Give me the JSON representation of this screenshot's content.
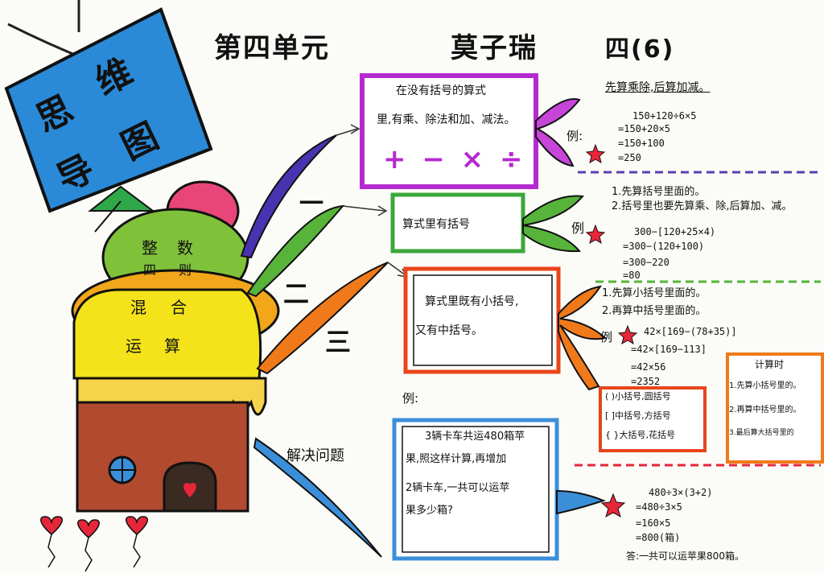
{
  "sign": {
    "chars": [
      "思",
      "维",
      "导",
      "图"
    ]
  },
  "header": {
    "unit": "第四单元",
    "name": "莫子瑞",
    "class": "四(6)"
  },
  "cake": {
    "layer1": [
      "整",
      "数",
      "四",
      "则"
    ],
    "layer2": [
      "混",
      "合"
    ],
    "layer3": [
      "运",
      "算"
    ]
  },
  "branches": {
    "b1": "一",
    "b2": "二",
    "b3": "三",
    "b4": "解决问题"
  },
  "box1": {
    "line1": "在没有括号的算式",
    "line2": "里,有乘、除法和加、减法。",
    "symbols": "+ − × ÷"
  },
  "box1_rule": "先算乘除,后算加减。",
  "ex1": {
    "label": "例:",
    "lines": [
      "150+120÷6×5",
      "=150+20×5",
      "=150+100",
      "=250"
    ]
  },
  "box2": {
    "text": "算式里有括号"
  },
  "box2_rules": [
    "1.先算括号里面的。",
    "2.括号里也要先算乘、除,后算加、减。"
  ],
  "ex2": {
    "label": "例",
    "lines": [
      "300−[120+25×4)",
      "=300−(120+100)",
      "=300−220",
      "=80"
    ]
  },
  "box3": {
    "line1": "算式里既有小括号,",
    "line2": "又有中括号。"
  },
  "box3_rules": [
    "1.先算小括号里面的。",
    "2.再算中括号里面的。"
  ],
  "ex3": {
    "label": "例",
    "lines": [
      "42×[169−(78+35)]",
      "=42×[169−113]",
      "=42×56",
      "=2352"
    ]
  },
  "brackets": [
    "( )小括号,圆括号",
    "[ ]中括号,方括号",
    "{ }大括号,花括号"
  ],
  "calc": {
    "title": "计算时",
    "lines": [
      "1.先算小括号里的。",
      "2.再算中括号里的。",
      "3.最后算大括号里的"
    ]
  },
  "ex_label": "例:",
  "box4": {
    "lines": [
      "3辆卡车共运480箱苹",
      "果,照这样计算,再增加",
      "2辆卡车,一共可以运苹",
      "果多少箱?"
    ]
  },
  "ex4": {
    "lines": [
      "480÷3×(3+2)",
      "=480÷3×5",
      "=160×5",
      "=800(箱)"
    ],
    "answer": "答:一共可以运苹果800箱。"
  }
}
